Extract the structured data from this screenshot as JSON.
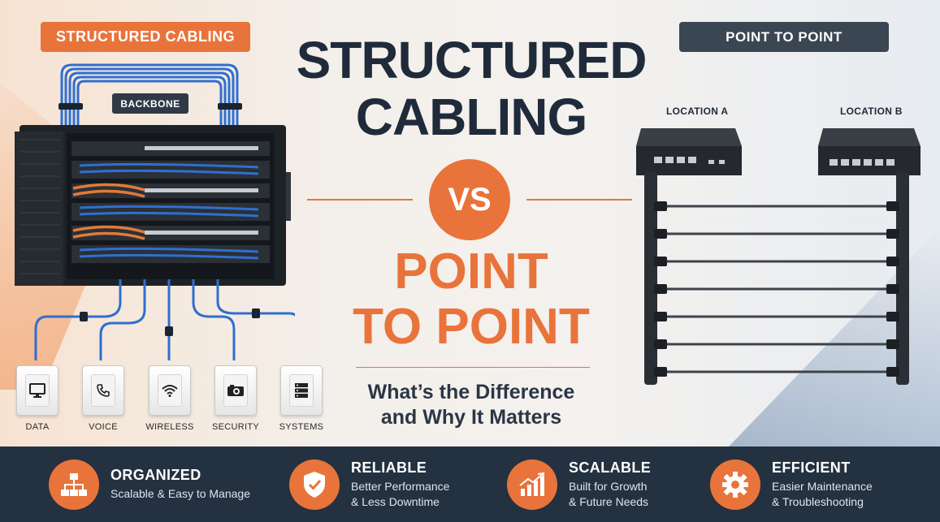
{
  "header": {
    "left_badge": "STRUCTURED CABLING",
    "right_badge": "POINT TO POINT",
    "backbone_label": "BACKBONE"
  },
  "title": {
    "line1": "STRUCTURED",
    "line2": "CABLING",
    "vs": "VS",
    "line3": "POINT",
    "line4": "TO POINT",
    "subtitle_line1": "What’s the Difference",
    "subtitle_line2": "and Why It Matters"
  },
  "outlets": [
    {
      "label": "DATA",
      "icon": "monitor-icon"
    },
    {
      "label": "VOICE",
      "icon": "phone-icon"
    },
    {
      "label": "WIRELESS",
      "icon": "wifi-icon"
    },
    {
      "label": "SECURITY",
      "icon": "camera-icon"
    },
    {
      "label": "SYSTEMS",
      "icon": "server-icon"
    }
  ],
  "locations": {
    "a": "LOCATION A",
    "b": "LOCATION B"
  },
  "features": [
    {
      "title": "ORGANIZED",
      "desc1": "Scalable & Easy to Manage",
      "desc2": "",
      "icon": "hierarchy-icon"
    },
    {
      "title": "RELIABLE",
      "desc1": "Better Performance",
      "desc2": "& Less Downtime",
      "icon": "shield-check-icon"
    },
    {
      "title": "SCALABLE",
      "desc1": "Built for Growth",
      "desc2": "& Future Needs",
      "icon": "growth-chart-icon"
    },
    {
      "title": "EFFICIENT",
      "desc1": "Easier Maintenance",
      "desc2": "& Troubleshooting",
      "icon": "gear-icon"
    }
  ],
  "colors": {
    "accent": "#e8743b",
    "dark": "#243140",
    "cable_blue": "#2f6fd0",
    "cable_orange": "#e07a3a"
  }
}
